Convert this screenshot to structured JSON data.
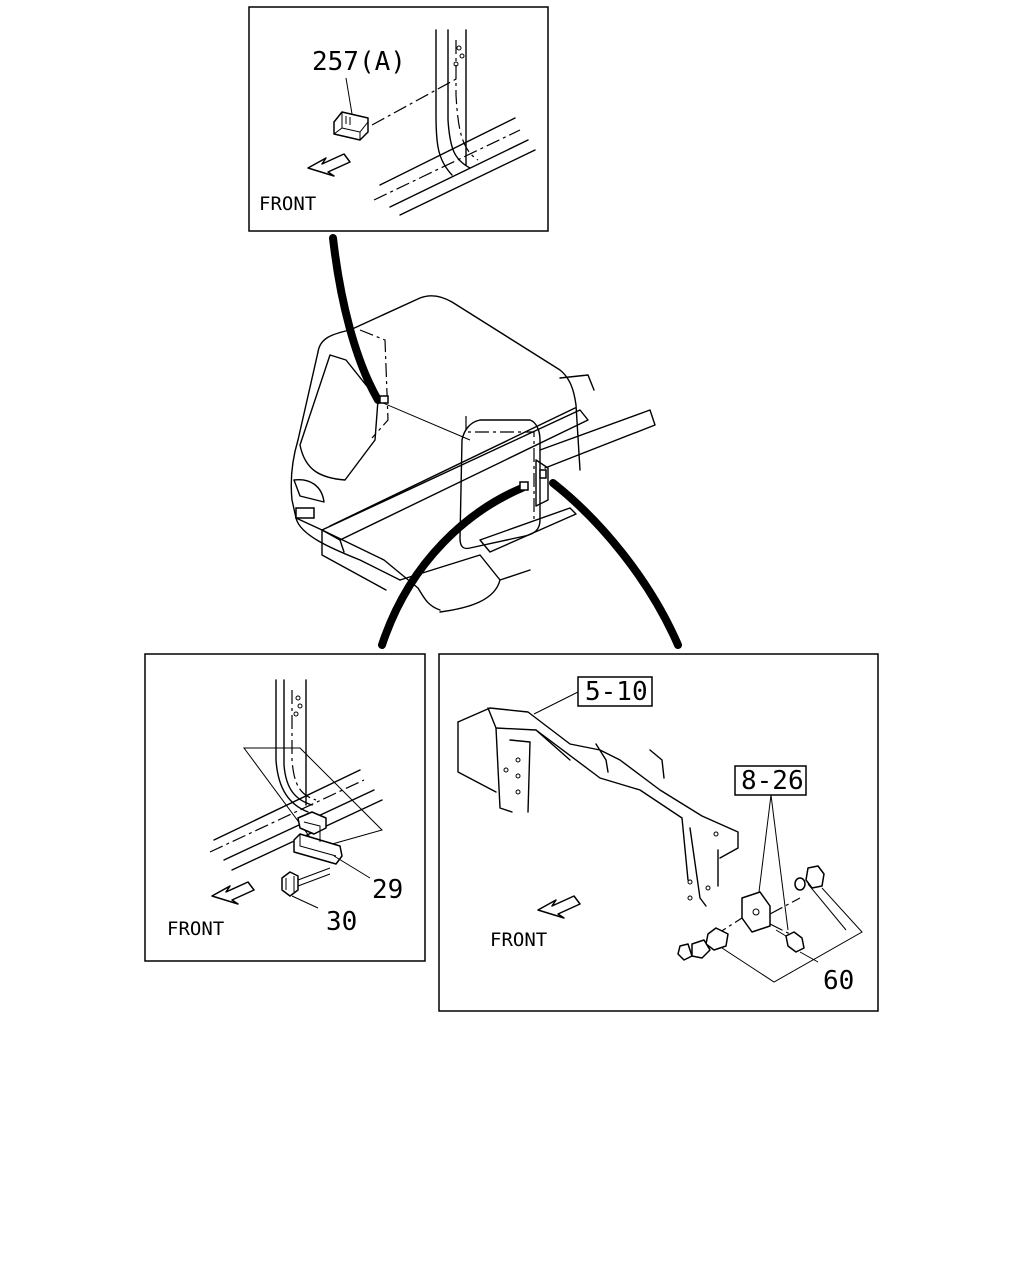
{
  "callouts": {
    "door_switch": "257(A)",
    "bracket": "29",
    "bolt": "30",
    "frame_ref": "5-10",
    "detail_ref": "8-26",
    "sensor_assembly": "60"
  },
  "direction_labels": {
    "top_inset": "FRONT",
    "bottom_left_inset": "FRONT",
    "bottom_right_inset": "FRONT"
  },
  "icons": {
    "direction": "arrow-icon"
  }
}
